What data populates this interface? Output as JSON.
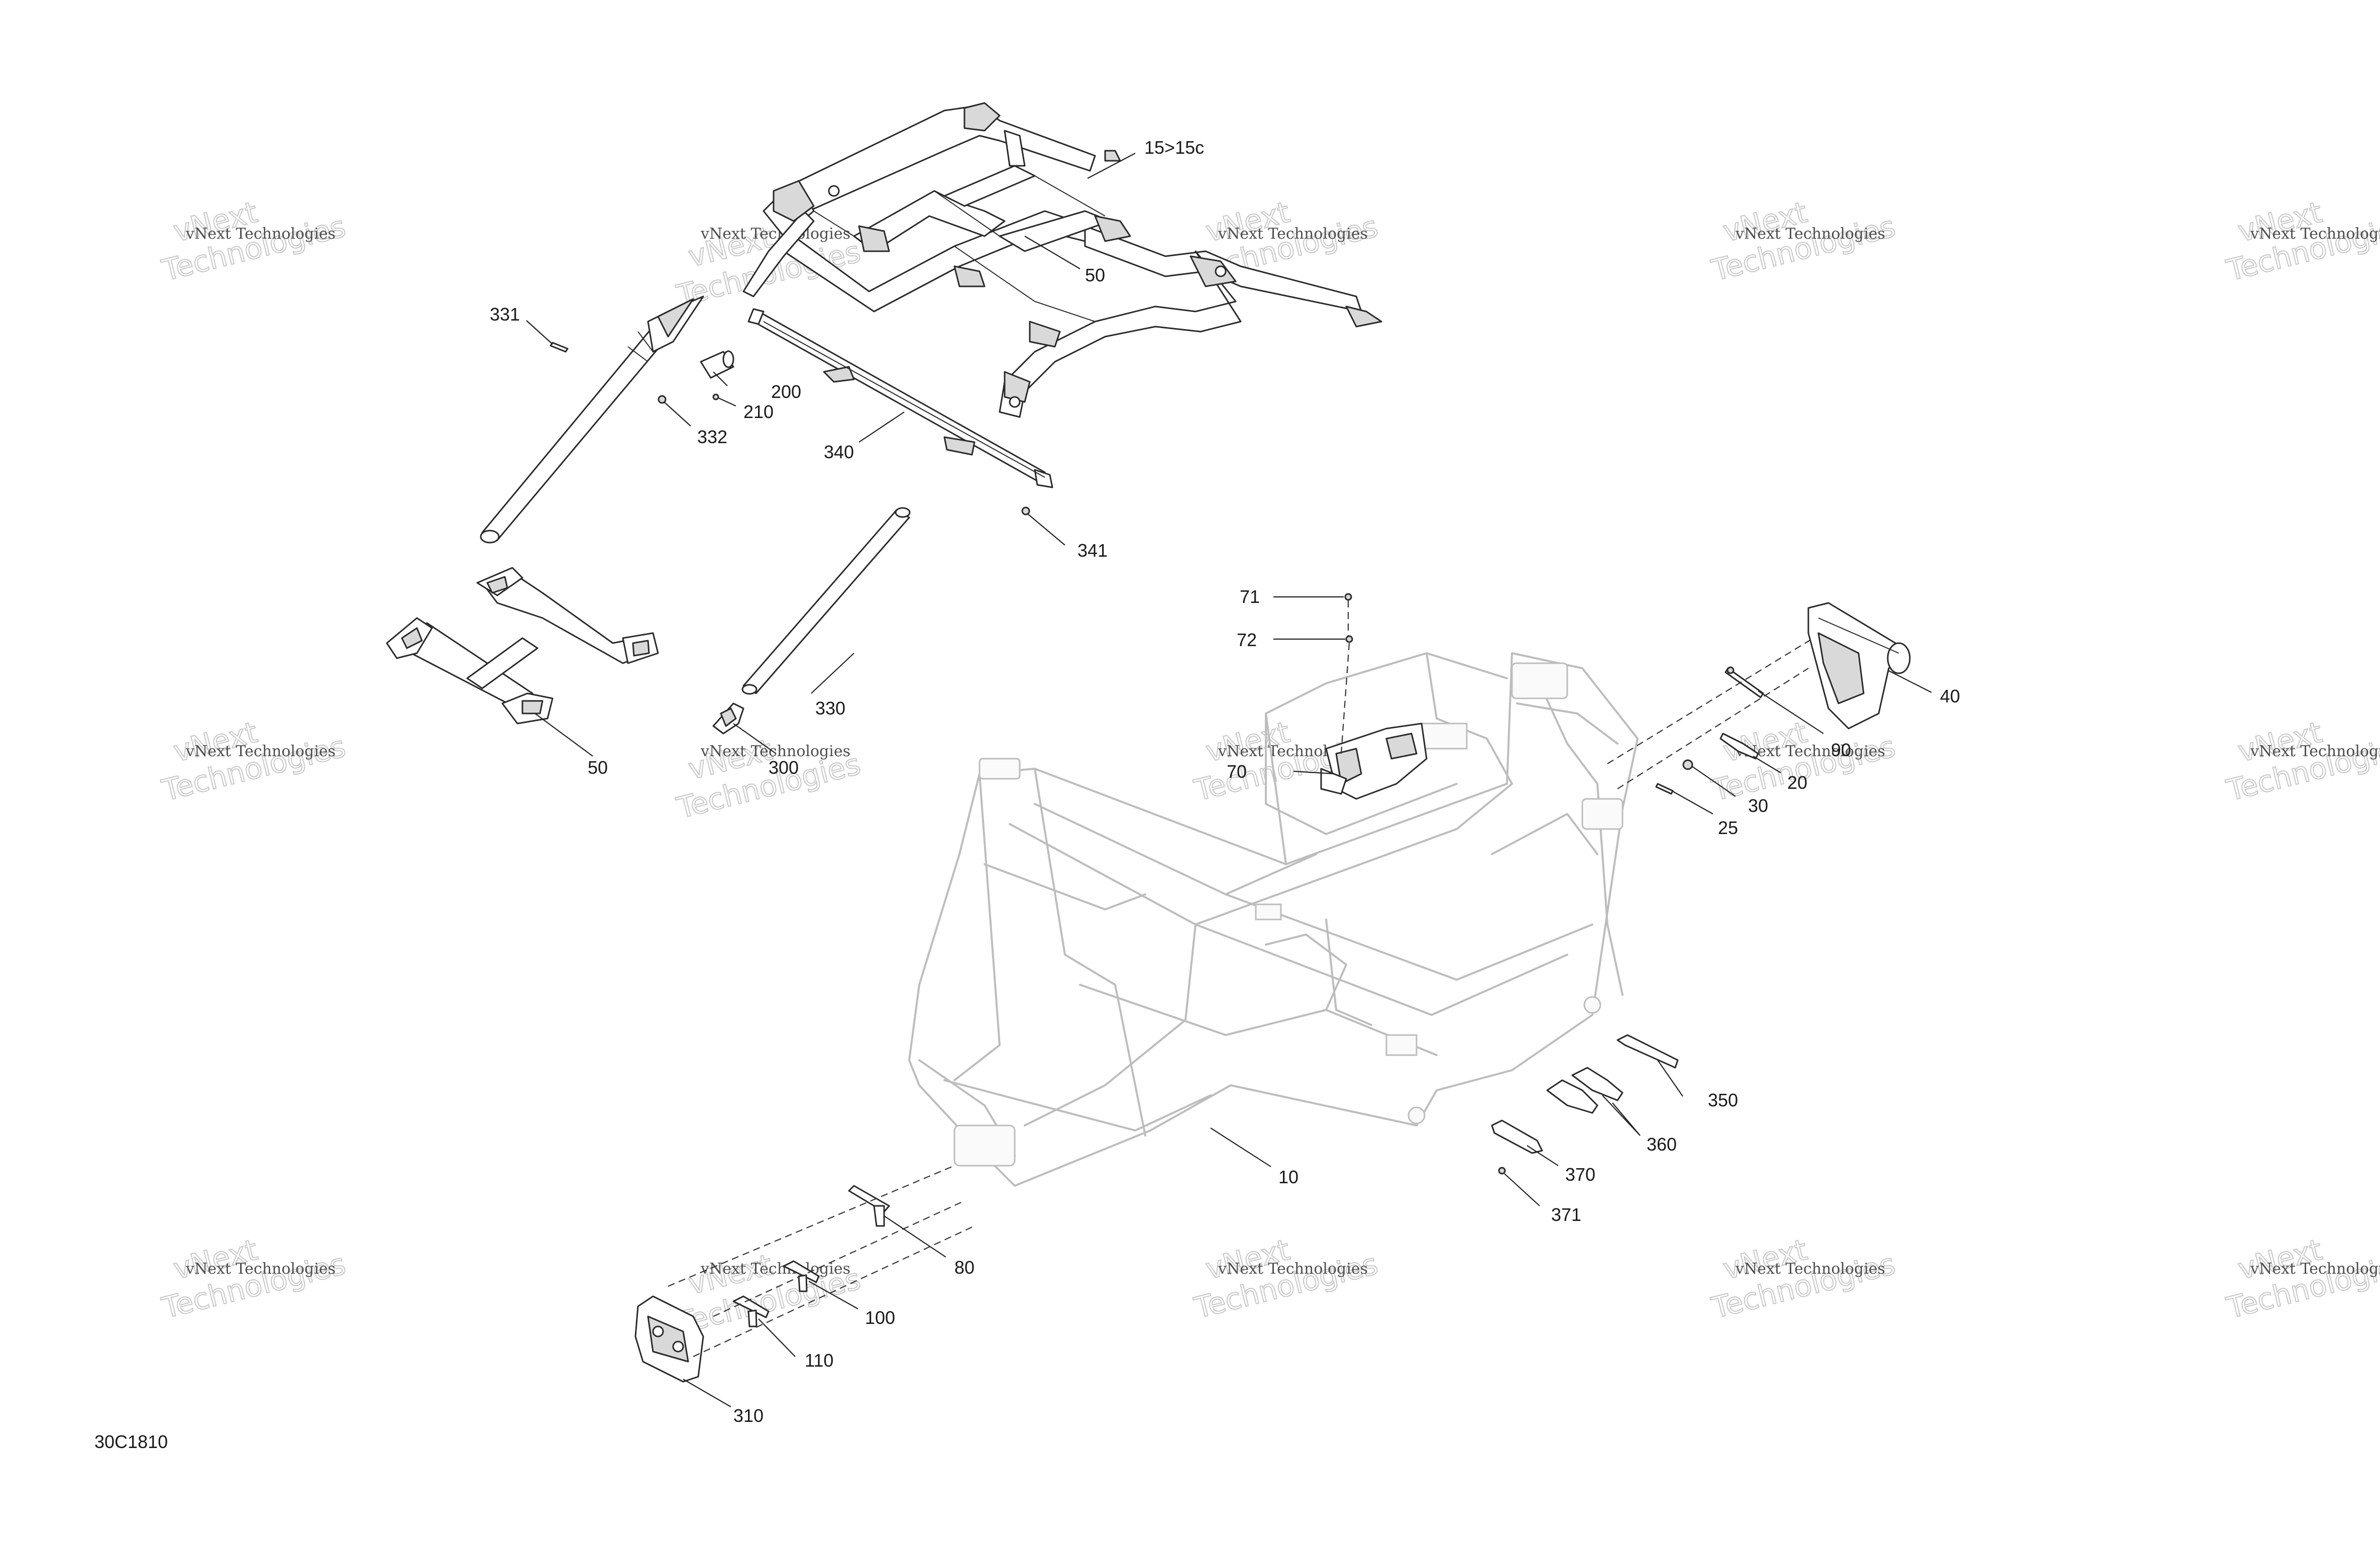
{
  "figure_id": "30C1810",
  "watermark": {
    "line1": "vNext",
    "line2": "Technologies",
    "small": "vNext Technologies"
  },
  "callouts": {
    "c15": "15>15c",
    "c50_roof": "50",
    "c331": "331",
    "c200": "200",
    "c210": "210",
    "c332": "332",
    "c340": "340",
    "c341": "341",
    "c330": "330",
    "c50_lower": "50",
    "c300": "300",
    "c71": "71",
    "c72": "72",
    "c70": "70",
    "c40": "40",
    "c90": "90",
    "c20": "20",
    "c30": "30",
    "c25": "25",
    "c350": "350",
    "c360": "360",
    "c370": "370",
    "c371": "371",
    "c10": "10",
    "c80": "80",
    "c100": "100",
    "c110": "110",
    "c310": "310"
  }
}
